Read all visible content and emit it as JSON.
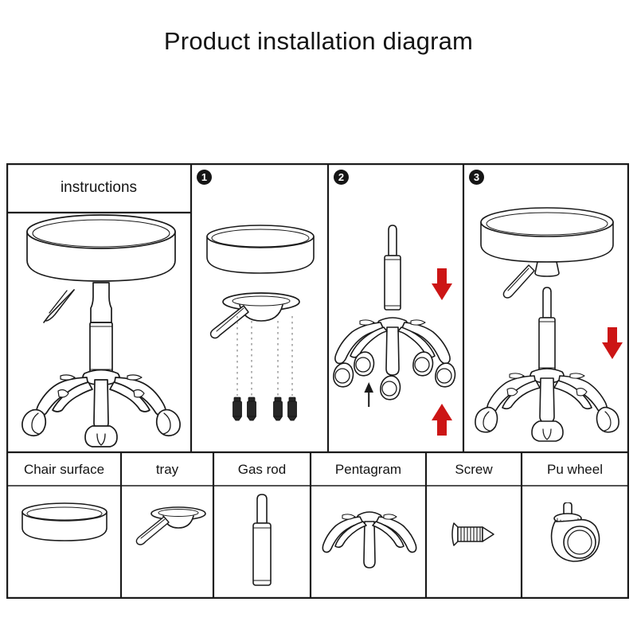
{
  "page": {
    "title": "Product installation diagram",
    "background_color": "#ffffff",
    "line_color": "#1a1a1a",
    "accent_color": "#cc1515"
  },
  "diagram": {
    "instructions_cell": {
      "label": "instructions",
      "illustration": "assembled-stool"
    },
    "steps": [
      {
        "number": "1",
        "badge_glyph": "1",
        "illustration": "seat-cushion-tray-screws",
        "parts_shown": [
          "Chair surface",
          "tray",
          "Screw"
        ],
        "screw_count": 4,
        "arrows": []
      },
      {
        "number": "2",
        "badge_glyph": "2",
        "illustration": "gas-rod-over-pentagram-with-wheels",
        "parts_shown": [
          "Gas rod",
          "Pentagram",
          "Pu wheel"
        ],
        "wheel_count": 5,
        "arrows": [
          "red-down-arrow",
          "red-up-arrow",
          "black-up-arrow"
        ]
      },
      {
        "number": "3",
        "badge_glyph": "3",
        "illustration": "seat-assembly-onto-base",
        "parts_shown": [
          "Chair surface",
          "tray",
          "Gas rod",
          "Pentagram",
          "Pu wheel"
        ],
        "arrows": [
          "red-down-arrow"
        ]
      }
    ],
    "parts_row": [
      {
        "label": "Chair surface",
        "illustration": "cushion"
      },
      {
        "label": "tray",
        "illustration": "tray-plate-with-lever"
      },
      {
        "label": "Gas rod",
        "illustration": "gas-cylinder"
      },
      {
        "label": "Pentagram",
        "illustration": "five-star-base"
      },
      {
        "label": "Screw",
        "illustration": "screw"
      },
      {
        "label": "Pu wheel",
        "illustration": "caster-wheel"
      }
    ]
  }
}
